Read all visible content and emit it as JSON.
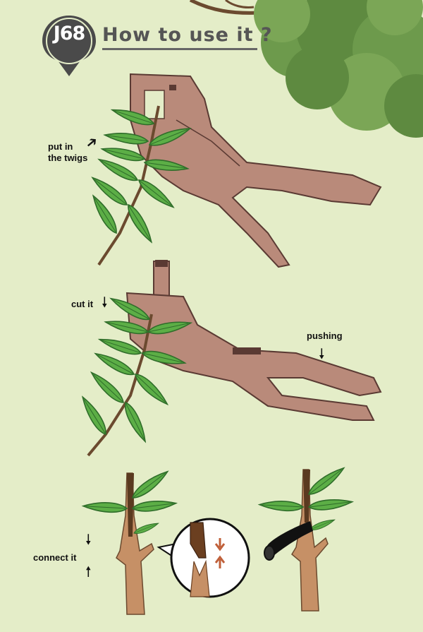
{
  "header": {
    "code": "J68",
    "title": "How to use it ?"
  },
  "steps": {
    "step1_line1": "put in",
    "step1_line2": "the twigs",
    "step2": "cut it",
    "step2_push": "pushing",
    "step3": "connect it"
  },
  "colors": {
    "background": "#e4edc8",
    "tool": "#b98a7a",
    "tool_outline": "#5a3a33",
    "leaf": "#5cae46",
    "leaf_dark": "#2f6d2a",
    "bark": "#c69066",
    "pin": "#4a4a4a",
    "tree": "#6d9a4c"
  },
  "icons": {
    "pointer": "arrow-northeast-icon",
    "down": "arrow-down-icon",
    "up": "arrow-up-icon"
  }
}
